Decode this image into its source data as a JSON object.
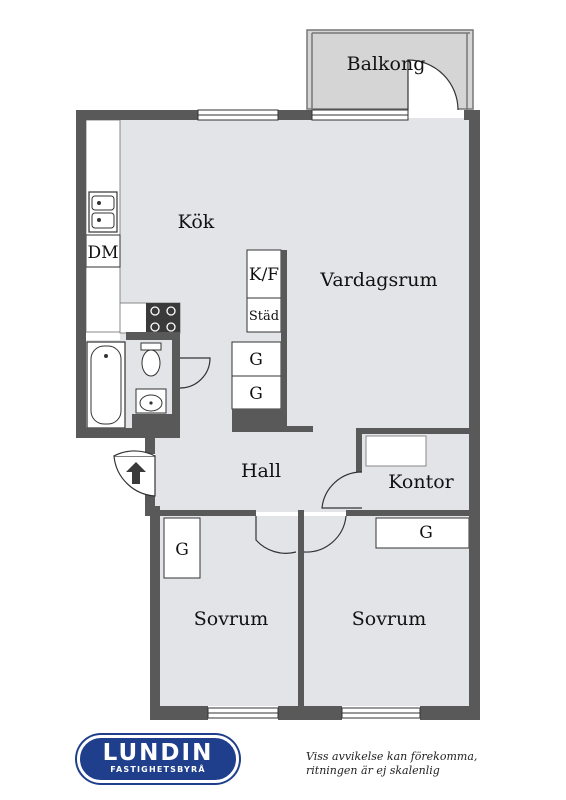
{
  "rooms": {
    "balkong": "Balkong",
    "kok": "Kök",
    "vardagsrum": "Vardagsrum",
    "hall": "Hall",
    "kontor": "Kontor",
    "sovrum_left": "Sovrum",
    "sovrum_right": "Sovrum"
  },
  "fixtures": {
    "dishwasher": "DM",
    "fridge_freezer": "K/F",
    "cleaning_closet": "Städ",
    "wardrobe_hall_1": "G",
    "wardrobe_hall_2": "G",
    "wardrobe_bedroom_left": "G",
    "wardrobe_bedroom_right": "G"
  },
  "branding": {
    "name": "LUNDIN",
    "tagline": "FASTIGHETSBYRÅ"
  },
  "disclaimer": {
    "line1": "Viss avvikelse kan förekomma,",
    "line2": "ritningen är ej skalenlig"
  },
  "colors": {
    "wall": "#595959",
    "floor": "#e3e4e8",
    "balcony": "#d5d5d5",
    "fixture_white": "#ffffff",
    "brand_blue": "#1f3f8c"
  }
}
